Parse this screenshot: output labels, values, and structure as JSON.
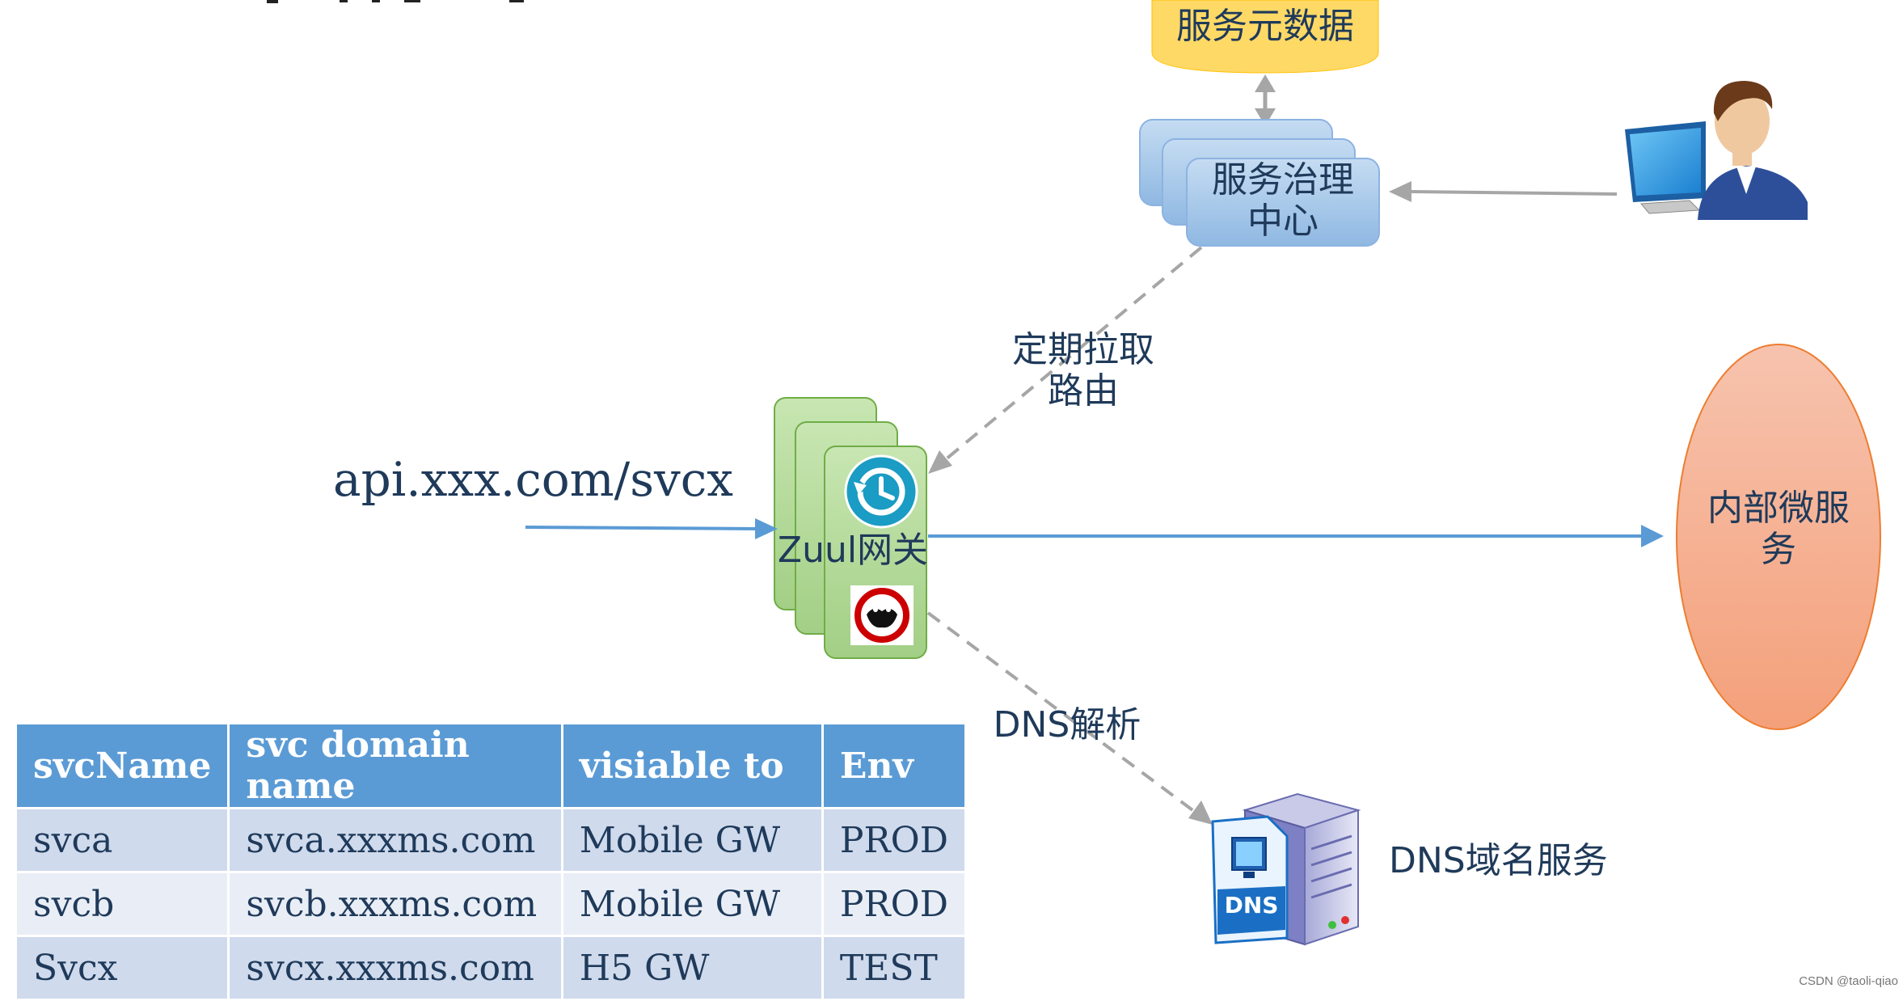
{
  "nodes": {
    "metadata": "服务元数据",
    "governance": "服务治理\n中心",
    "gateway": "Zuul网关",
    "internal": "内部微服\n务",
    "dns_service": "DNS域名服务",
    "dns_icon_text": "DNS"
  },
  "edges": {
    "pull_routes": "定期拉取\n路由",
    "dns_resolve": "DNS解析"
  },
  "url_label": "api.xxx.com/svcx",
  "table": {
    "headers": [
      "svcName",
      "svc domain name",
      "visiable to",
      "Env"
    ],
    "rows": [
      [
        "svca",
        "svca.xxxms.com",
        "Mobile GW",
        "PROD"
      ],
      [
        "svcb",
        "svcb.xxxms.com",
        "Mobile GW",
        "PROD"
      ],
      [
        "Svcx",
        "svcx.xxxms.com",
        "H5 GW",
        "TEST"
      ]
    ]
  },
  "watermark": "CSDN @taoli-qiao",
  "colors": {
    "metadata_fill": "#ffd966",
    "governance_fill": "#9dc3e6",
    "gateway_fill": "#a9d18e",
    "internal_fill": "#f4b183",
    "arrow_blue": "#5b9bd5",
    "arrow_gray": "#a6a6a6",
    "table_header": "#5b9bd5"
  }
}
